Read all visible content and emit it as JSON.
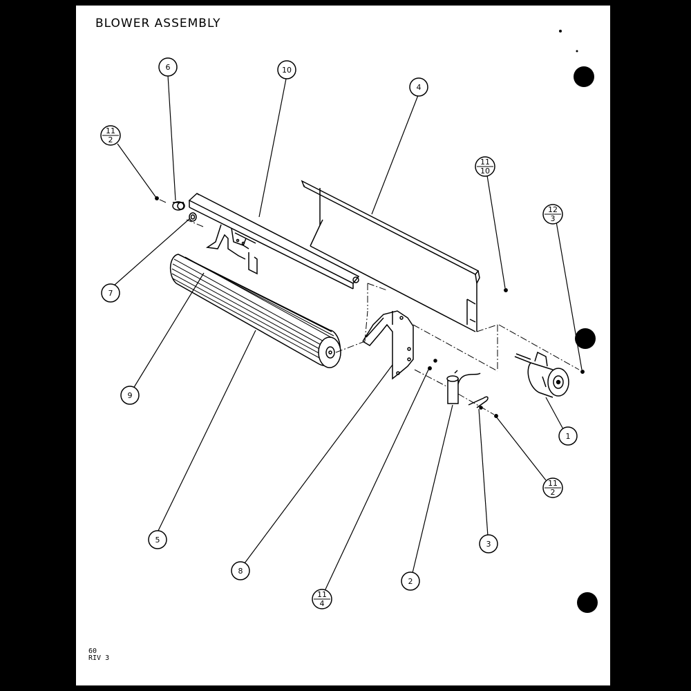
{
  "title": "BLOWER ASSEMBLY",
  "footer": {
    "line1": "60",
    "line2": "RIV 3"
  },
  "callouts": [
    {
      "id": "c6",
      "label": "6"
    },
    {
      "id": "c10",
      "label": "10"
    },
    {
      "id": "c4",
      "label": "4"
    },
    {
      "id": "c11-2a",
      "top": "11",
      "bottom": "2"
    },
    {
      "id": "c11-10",
      "top": "11",
      "bottom": "10"
    },
    {
      "id": "c12-3",
      "top": "12",
      "bottom": "3"
    },
    {
      "id": "c7",
      "label": "7"
    },
    {
      "id": "c9",
      "label": "9"
    },
    {
      "id": "c1",
      "label": "1"
    },
    {
      "id": "c11-2b",
      "top": "11",
      "bottom": "2"
    },
    {
      "id": "c5",
      "label": "5"
    },
    {
      "id": "c3",
      "label": "3"
    },
    {
      "id": "c8",
      "label": "8"
    },
    {
      "id": "c2",
      "label": "2"
    },
    {
      "id": "c11-4",
      "top": "11",
      "bottom": "4"
    }
  ],
  "colors": {
    "ink": "#000000",
    "paper": "#ffffff",
    "border": "#000000"
  }
}
